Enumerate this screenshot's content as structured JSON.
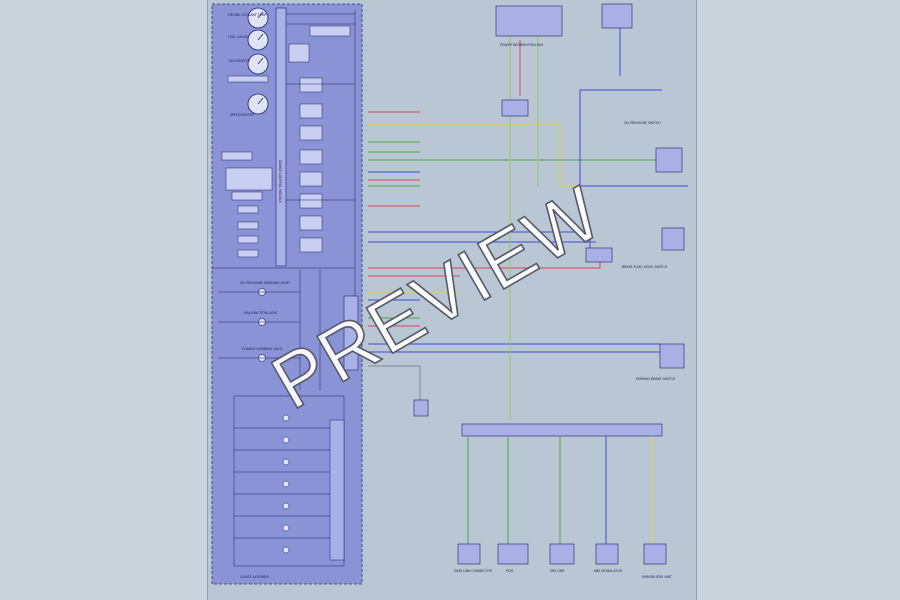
{
  "watermark": "PREVIEW",
  "components": {
    "gauge_1": "ENGINE COOLANT TEMP",
    "gauge_2": "FUEL GAUGE",
    "gauge_3": "TACHOMETER",
    "gauge_4": "SPEEDOMETER",
    "indicator_1": "OIL PRESSURE WARNING LIGHT",
    "indicator_2": "MALFUNCTION LIGHT",
    "indicator_3": "CHARGE WARNING LIGHT",
    "module_1": "GAUGE CONTROL MODULE",
    "module_2": "POWER DISTRIBUTION BOX",
    "switch_1": "OIL PRESSURE SWITCH",
    "switch_2": "BRAKE FLUID LEVEL SWITCH",
    "switch_3": "PARKING BRAKE SWITCH",
    "bottom_1": "DATA LINK CONNECTOR",
    "bottom_2": "PCM",
    "bottom_3": "SRS UNIT",
    "bottom_4": "ABS MODULATOR",
    "bottom_5": "IMMOBILIZER UNIT",
    "footer": "GAUGE ASSEMBLY"
  },
  "colors": {
    "panel": "#8a93d6",
    "wire_blue": "#3f4fd8",
    "wire_red": "#d9455a",
    "wire_yellow": "#e3d23b",
    "wire_green": "#4aa84a",
    "wire_lightgreen": "#8dcc6b",
    "wire_gray": "#7f8a9a"
  }
}
